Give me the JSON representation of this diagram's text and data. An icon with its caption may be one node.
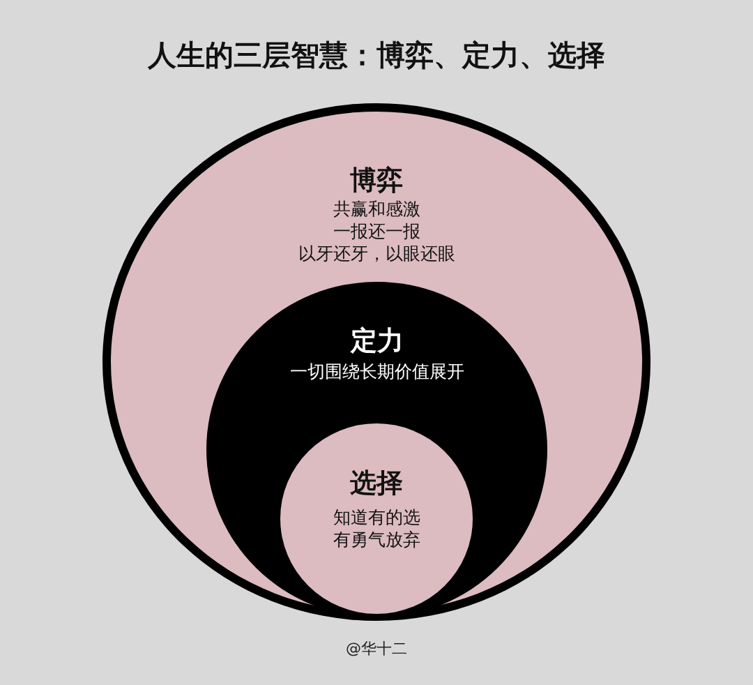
{
  "diagram": {
    "title": "人生的三层智慧：博弈、定力、选择",
    "nodes": [
      {
        "text": [
          "博弈",
          "共赢和感激",
          "一报还一报",
          "以牙还牙，以眼还眼"
        ]
      },
      {
        "text": [
          "定力",
          "一切围绕长期价值展开"
        ],
        "in": 0
      },
      {
        "text": [
          "选择",
          "知道有的选",
          "有勇气放弃"
        ],
        "in": 1
      }
    ],
    "labels": [
      "@华十二"
    ]
  }
}
